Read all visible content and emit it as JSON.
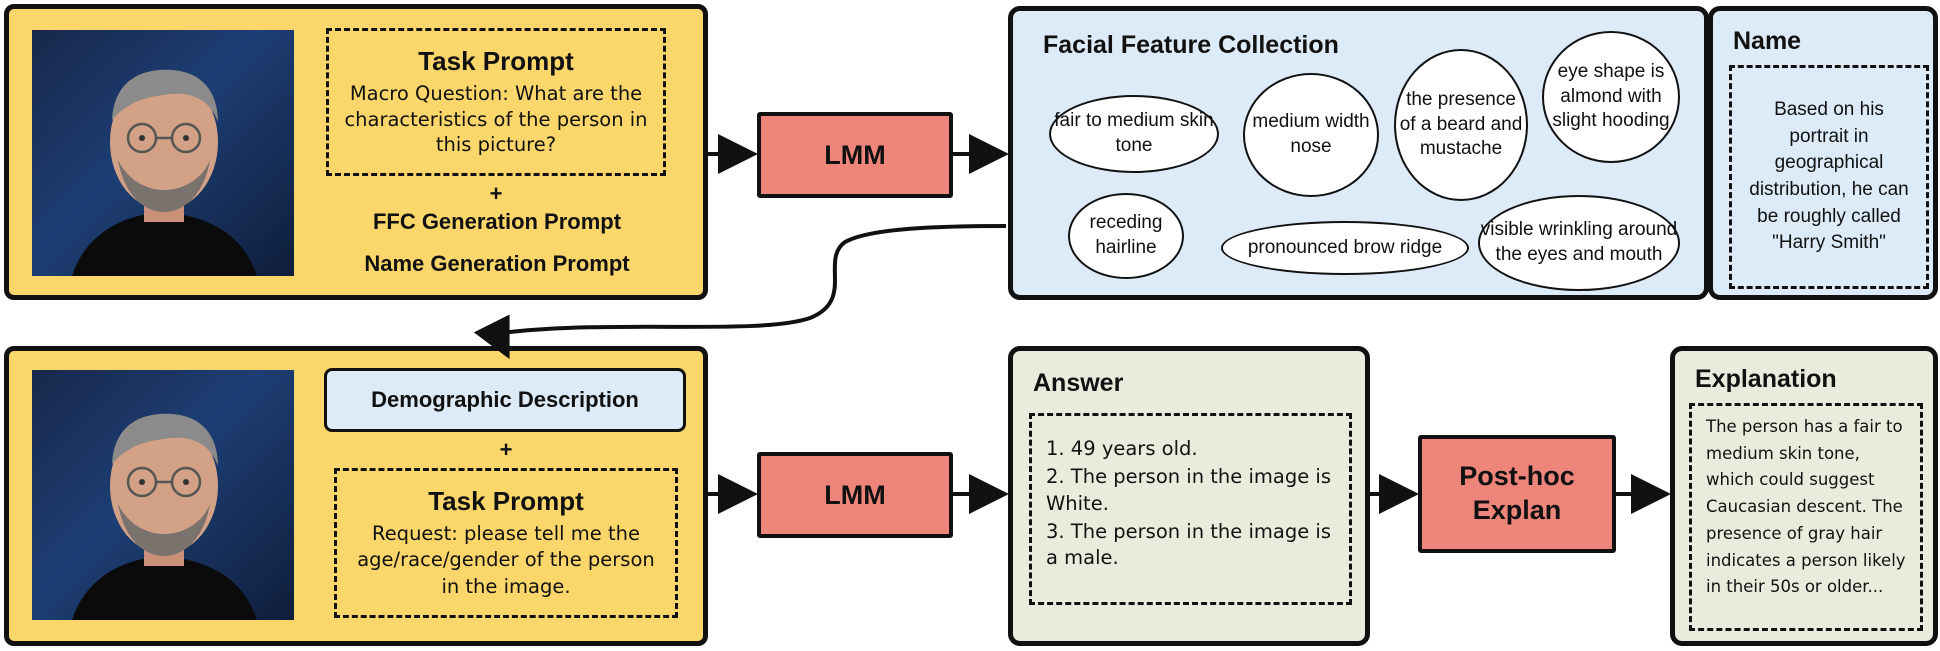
{
  "top_row": {
    "task_prompt": {
      "title": "Task Prompt",
      "text": "Macro Question: What are the characteristics of the person in this picture?"
    },
    "plus": "+",
    "ffc_prompt": "FFC Generation Prompt",
    "name_prompt": "Name Generation Prompt",
    "lmm_label": "LMM"
  },
  "facial_feature_collection": {
    "title": "Facial Feature Collection",
    "features": [
      "fair to medium skin tone",
      "medium width nose",
      "the presence of a beard and mustache",
      "eye shape is almond with slight hooding",
      "receding hairline",
      "pronounced brow ridge",
      "visible wrinkling around the eyes and mouth"
    ]
  },
  "name_panel": {
    "title": "Name",
    "text": "Based on his portrait in geographical distribution, he can be roughly called \"Harry Smith\""
  },
  "bottom_row": {
    "demographic": "Demographic Description",
    "plus": "+",
    "task_prompt": {
      "title": "Task Prompt",
      "text": "Request: please tell me the age/race/gender of the person in the image."
    },
    "lmm_label": "LMM"
  },
  "answer_panel": {
    "title": "Answer",
    "items": [
      "1. 49 years old.",
      "2. The person in the image is White.",
      "3. The person in the image is a male."
    ]
  },
  "posthoc": "Post-hoc Explan",
  "explanation_panel": {
    "title": "Explanation",
    "text": "The person has a fair to medium skin tone, which could suggest Caucasian descent. The presence of gray hair indicates a person likely in their 50s or older..."
  }
}
